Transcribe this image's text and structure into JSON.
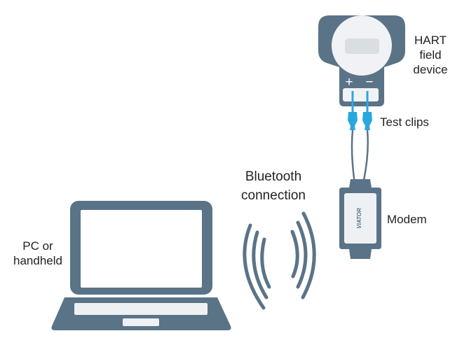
{
  "labels": {
    "field_device": [
      "HART",
      "field",
      "device"
    ],
    "test_clips": "Test clips",
    "bluetooth": [
      "Bluetooth",
      "connection"
    ],
    "modem": "Modem",
    "modem_brand": "VIATOR",
    "pc": [
      "PC or",
      "handheld"
    ]
  },
  "terminals": {
    "plus": "+",
    "minus": "−"
  },
  "colors": {
    "device_body": "#5a7387",
    "device_dark": "#4d6578",
    "screen_ring": "#f0f2f5",
    "display": "#d9dee3",
    "clip_blue": "#2aa7de",
    "clip_line": "#2aa7de",
    "wire": "#5a7387",
    "modem_face": "#eef1f4",
    "signal": "#5a7387"
  },
  "icons": [
    "hart-device-icon",
    "test-clip-icon",
    "bluetooth-signal-icon",
    "modem-icon",
    "laptop-icon"
  ]
}
